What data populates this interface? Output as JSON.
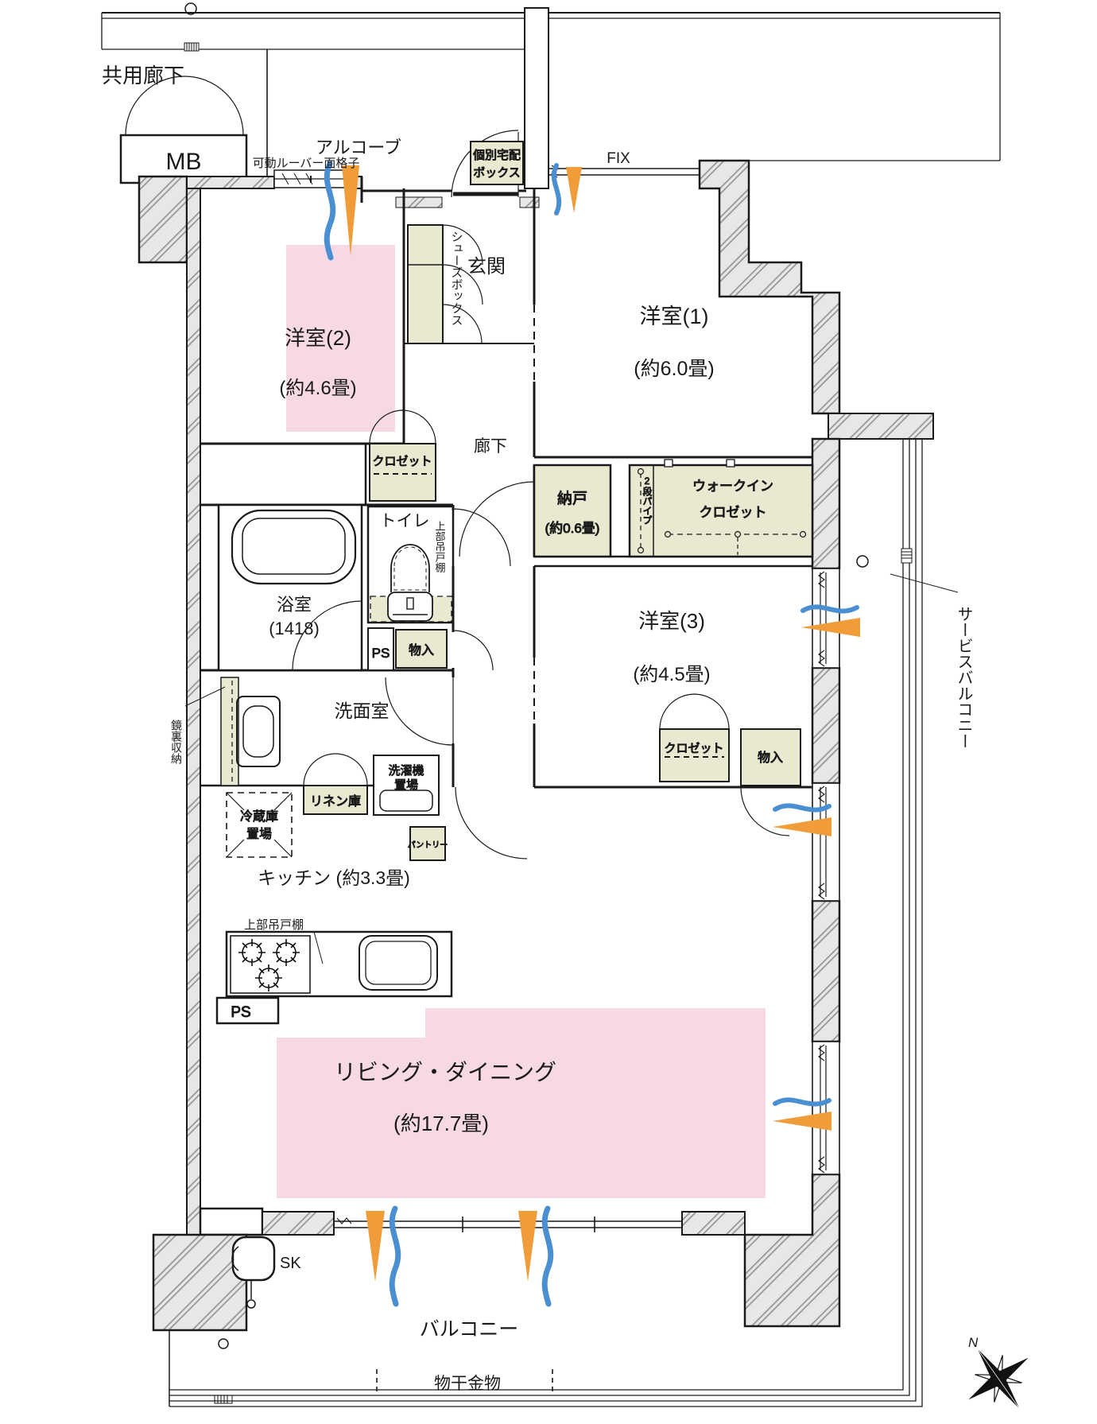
{
  "title": "マンション間取り図 3LDK",
  "colors": {
    "highlight_pink": "#f7d9e6",
    "storage_beige": "#e9e9d2",
    "wall_gray": "#e7e7e7",
    "flow_blue": "#4a8fd2",
    "flow_orange": "#f09c38"
  },
  "labels": {
    "common_corridor": "共用廊下",
    "mb": "MB",
    "alcove": "アルコーブ",
    "louver": "可動ルーバー面格子",
    "delivery_box_line1": "個別宅配",
    "delivery_box_line2": "ボックス",
    "fix": "FIX",
    "entrance": "玄関",
    "shoes_box": "シューズボックス",
    "hallway": "廊下",
    "closet": "クロゼット",
    "wic_line1": "ウォークイン",
    "wic_line2": "クロゼット",
    "two_tier_pipe": "2段パイプ",
    "storage_room": "納戸",
    "storage_room_size": "(約0.6畳)",
    "storage_box": "物入",
    "toilet": "トイレ",
    "upper_cabinet": "上部吊戸棚",
    "ps": "PS",
    "bath": "浴室",
    "bath_size": "(1418)",
    "mirror_storage": "鏡裏収納",
    "washroom": "洗面室",
    "linen": "リネン庫",
    "washer_line1": "洗濯機",
    "washer_line2": "置場",
    "fridge_line1": "冷蔵庫",
    "fridge_line2": "置場",
    "kitchen": "キッチン (約3.3畳)",
    "pantry": "パントリー",
    "living": "リビング・ダイニング",
    "living_size": "(約17.7畳)",
    "balcony": "バルコニー",
    "service_balcony": "サービスバルコニー",
    "laundry_hardware": "物干金物",
    "sk": "SK",
    "north": "N",
    "room1": "洋室(1)",
    "room1_size": "(約6.0畳)",
    "room2": "洋室(2)",
    "room2_size": "(約4.6畳)",
    "room3": "洋室(3)",
    "room3_size": "(約4.5畳)"
  }
}
